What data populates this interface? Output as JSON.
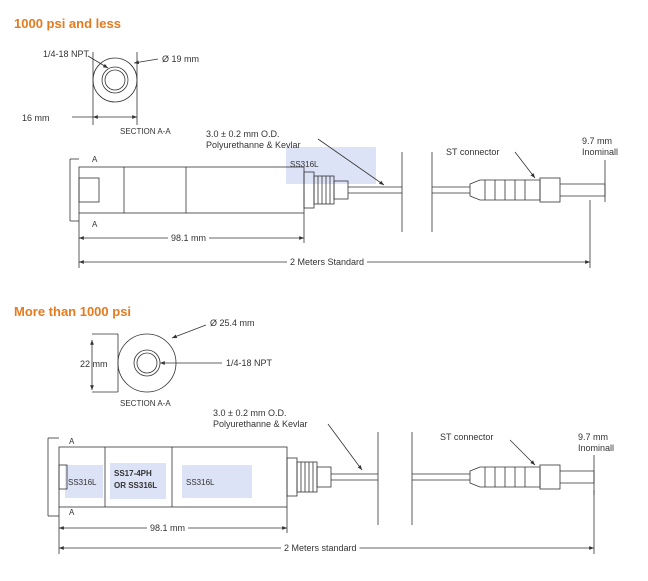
{
  "section_top": {
    "heading": "1000 psi and less",
    "npt_label": "1/4-18 NPT",
    "diameter_label": "Ø 19 mm",
    "width_label": "16 mm",
    "section_label": "SECTION A-A",
    "cable_label_line1": "3.0 ± 0.2 mm O.D.",
    "cable_label_line2": "Polyurethanne & Kevlar",
    "material_label": "SS316L",
    "connector_label": "ST connector",
    "connector_dim_line1": "9.7 mm",
    "connector_dim_line2": "Inominall",
    "section_marker_top": "A",
    "section_marker_bottom": "A",
    "body_length_label": "98.1 mm",
    "total_length_label": "2 Meters Standard"
  },
  "section_bottom": {
    "heading": "More than 1000 psi",
    "diameter_label": "Ø 25.4 mm",
    "height_label": "22 mm",
    "npt_label": "1/4-18 NPT",
    "section_label": "SECTION A-A",
    "cable_label_line1": "3.0 ± 0.2 mm O.D.",
    "cable_label_line2": "Polyurethanne & Kevlar",
    "material_left": "SS316L",
    "material_mid_line1": "SS17-4PH",
    "material_mid_line2": "OR SS316L",
    "material_right": "SS316L",
    "connector_label": "ST connector",
    "connector_dim_line1": "9.7 mm",
    "connector_dim_line2": "Inominall",
    "section_marker_top": "A",
    "section_marker_bottom": "A",
    "body_length_label": "98.1 mm",
    "total_length_label": "2 Meters standard"
  },
  "colors": {
    "heading": "#e57a1f",
    "highlight": "#dde3f6",
    "line": "#333333"
  }
}
